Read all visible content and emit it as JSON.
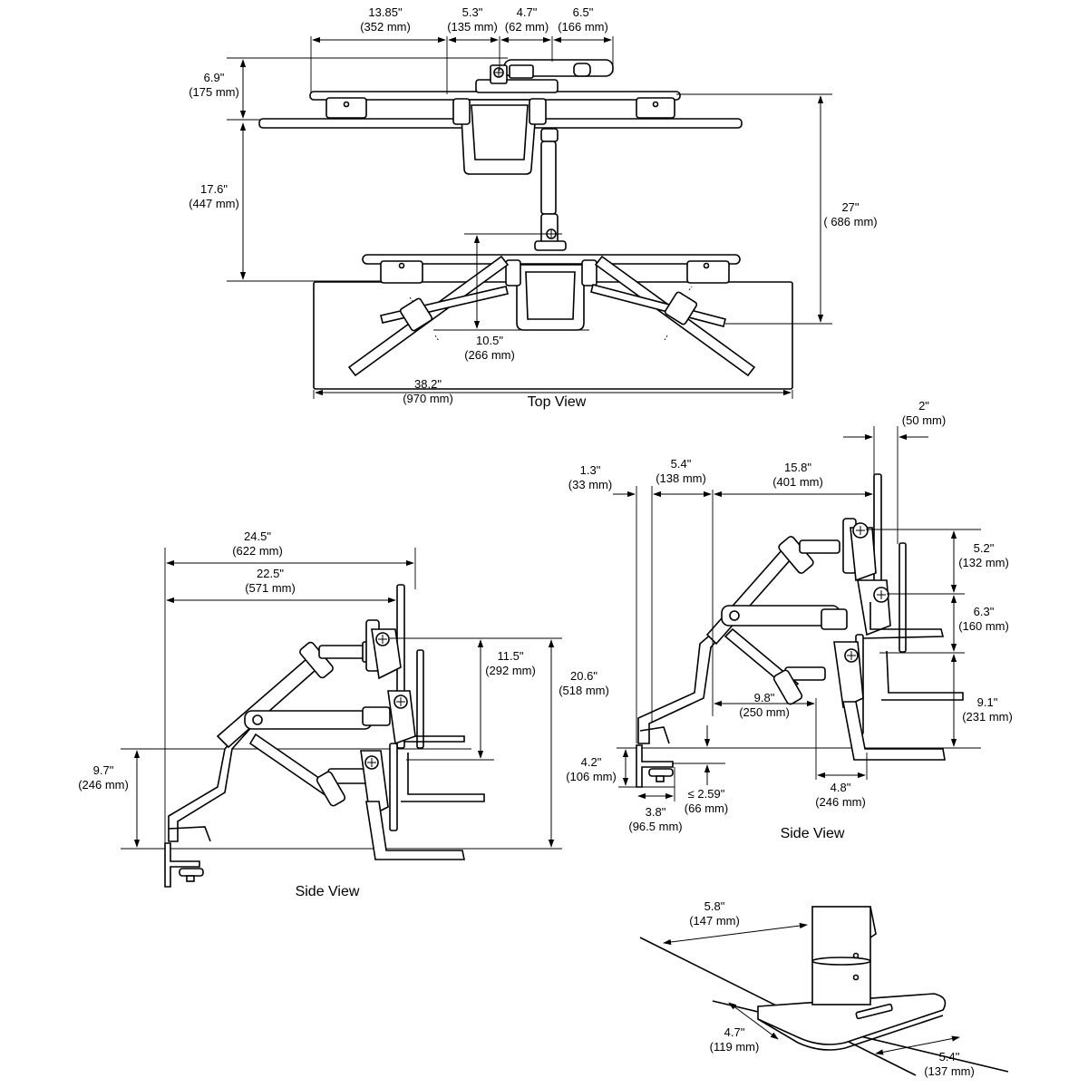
{
  "views": {
    "top": "Top View",
    "side_left": "Side View",
    "side_right": "Side View"
  },
  "dimensions": {
    "top_13_85": [
      "13.85\"",
      "(352 mm)"
    ],
    "top_5_3": [
      "5.3\"",
      "(135 mm)"
    ],
    "top_4_7": [
      "4.7\"",
      "(62 mm)"
    ],
    "top_6_5": [
      "6.5\"",
      "(166 mm)"
    ],
    "top_6_9": [
      "6.9\"",
      "(175 mm)"
    ],
    "top_17_6": [
      "17.6\"",
      "(447 mm)"
    ],
    "top_27": [
      "27\"",
      "( 686 mm)"
    ],
    "top_10_5": [
      "10.5\"",
      "(266 mm)"
    ],
    "top_38_2": [
      "38.2\"",
      "(970 mm)"
    ],
    "ls_24_5": [
      "24.5\"",
      "(622 mm)"
    ],
    "ls_22_5": [
      "22.5\"",
      "(571 mm)"
    ],
    "ls_11_5": [
      "11.5\"",
      "(292 mm)"
    ],
    "ls_20_6": [
      "20.6\"",
      "(518 mm)"
    ],
    "ls_9_7": [
      "9.7\"",
      "(246 mm)"
    ],
    "rs_1_3": [
      "1.3\"",
      "(33  mm)"
    ],
    "rs_5_4": [
      "5.4\"",
      "(138 mm)"
    ],
    "rs_15_8": [
      "15.8\"",
      "(401 mm)"
    ],
    "rs_2": [
      "2\"",
      "(50 mm)"
    ],
    "rs_5_2": [
      "5.2\"",
      "(132 mm)"
    ],
    "rs_6_3": [
      "6.3\"",
      "(160 mm)"
    ],
    "rs_9_1": [
      "9.1\"",
      "(231 mm)"
    ],
    "rs_9_8": [
      "9.8\"",
      "(250 mm)"
    ],
    "rs_4_8": [
      "4.8\"",
      "(246 mm)"
    ],
    "rs_4_2": [
      "4.2\"",
      "(106 mm)"
    ],
    "rs_2_59": [
      "≤ 2.59\"",
      "(66 mm)"
    ],
    "rs_3_8": [
      "3.8\"",
      "(96.5 mm)"
    ],
    "base_5_8": [
      "5.8\"",
      "(147 mm)"
    ],
    "base_4_7": [
      "4.7\"",
      "(119 mm)"
    ],
    "base_5_4": [
      "5.4\"",
      "(137 mm)"
    ]
  }
}
